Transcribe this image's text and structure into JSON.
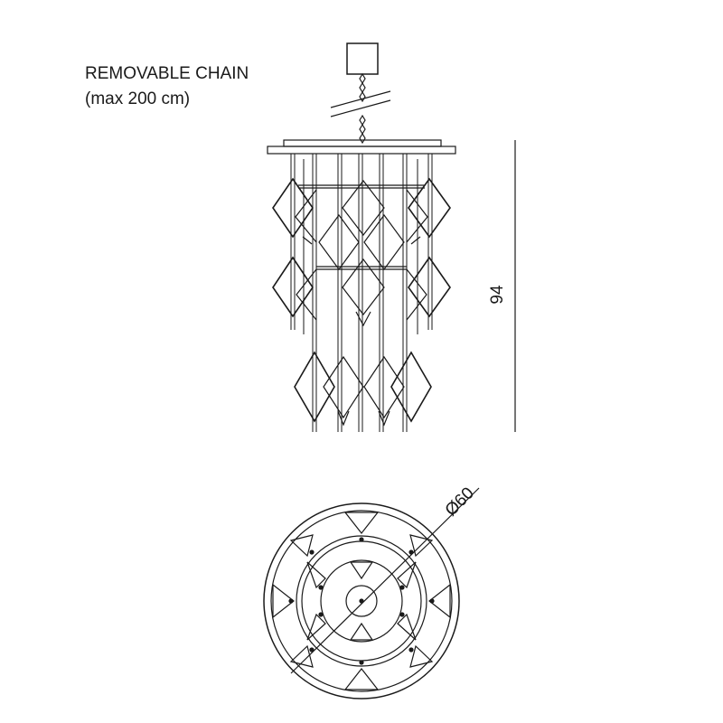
{
  "notes": {
    "chain_label": "REMOVABLE CHAIN",
    "chain_max": "(max 200 cm)"
  },
  "dimensions": {
    "height": "94",
    "diameter": "Ø60"
  },
  "colors": {
    "line": "#1a1a1a",
    "background": "#ffffff"
  }
}
